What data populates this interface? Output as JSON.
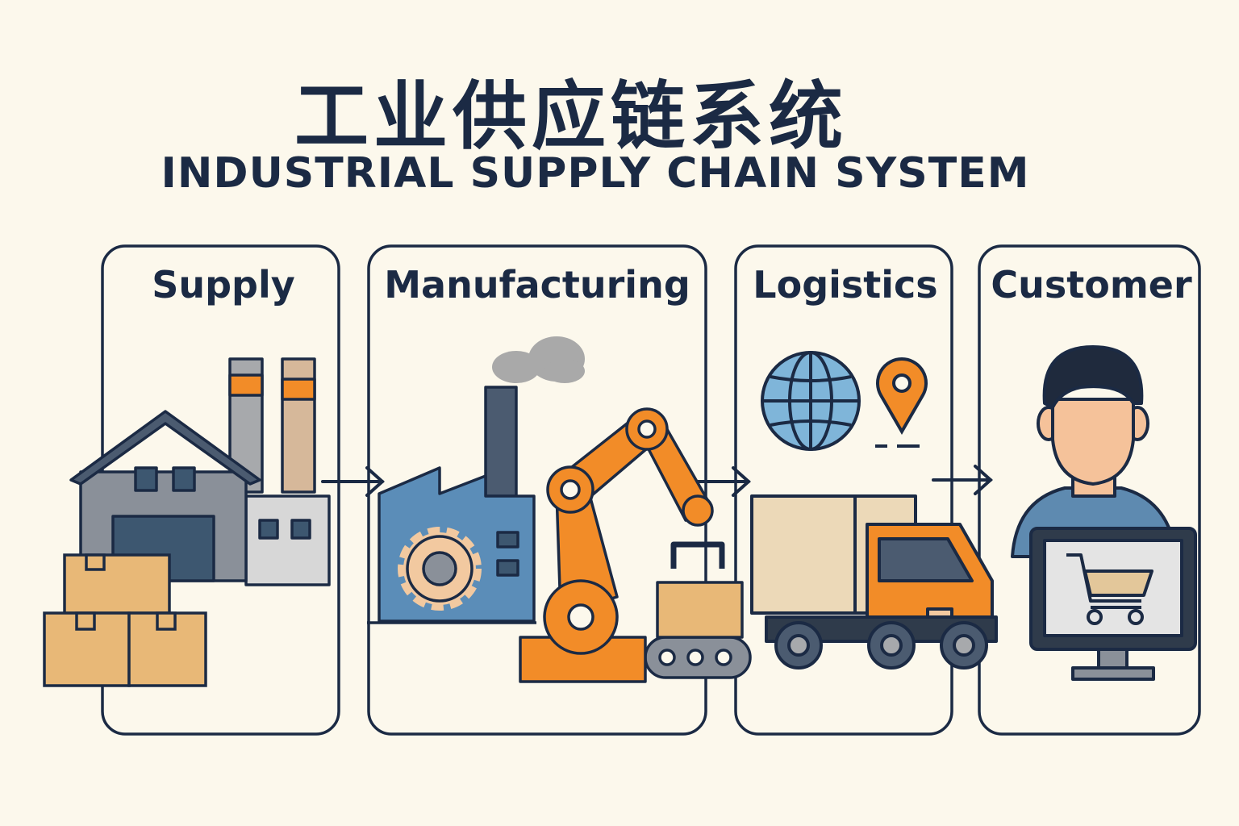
{
  "title": {
    "chinese": "工业供应链系统",
    "english": "INDUSTRIAL SUPPLY CHAIN SYSTEM"
  },
  "stages": [
    {
      "label": "Supply",
      "icon": "warehouse-factory-boxes-icon"
    },
    {
      "label": "Manufacturing",
      "icon": "factory-robot-arm-icon"
    },
    {
      "label": "Logistics",
      "icon": "globe-pin-truck-icon"
    },
    {
      "label": "Customer",
      "icon": "person-computer-cart-icon"
    }
  ],
  "colors": {
    "background": "#fcf8ec",
    "ink": "#1b2a44",
    "orange": "#f28c28",
    "blue": "#5b8db8",
    "cardboard": "#e8b877"
  }
}
